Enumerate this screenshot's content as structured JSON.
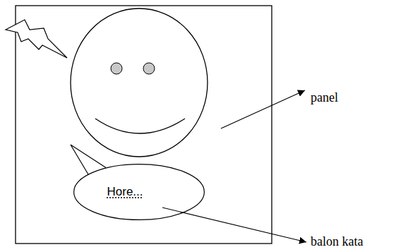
{
  "diagram": {
    "nodes": [
      {
        "text": [
          "Hore..."
        ]
      }
    ],
    "labels": [
      "panel",
      "balon kata"
    ]
  }
}
